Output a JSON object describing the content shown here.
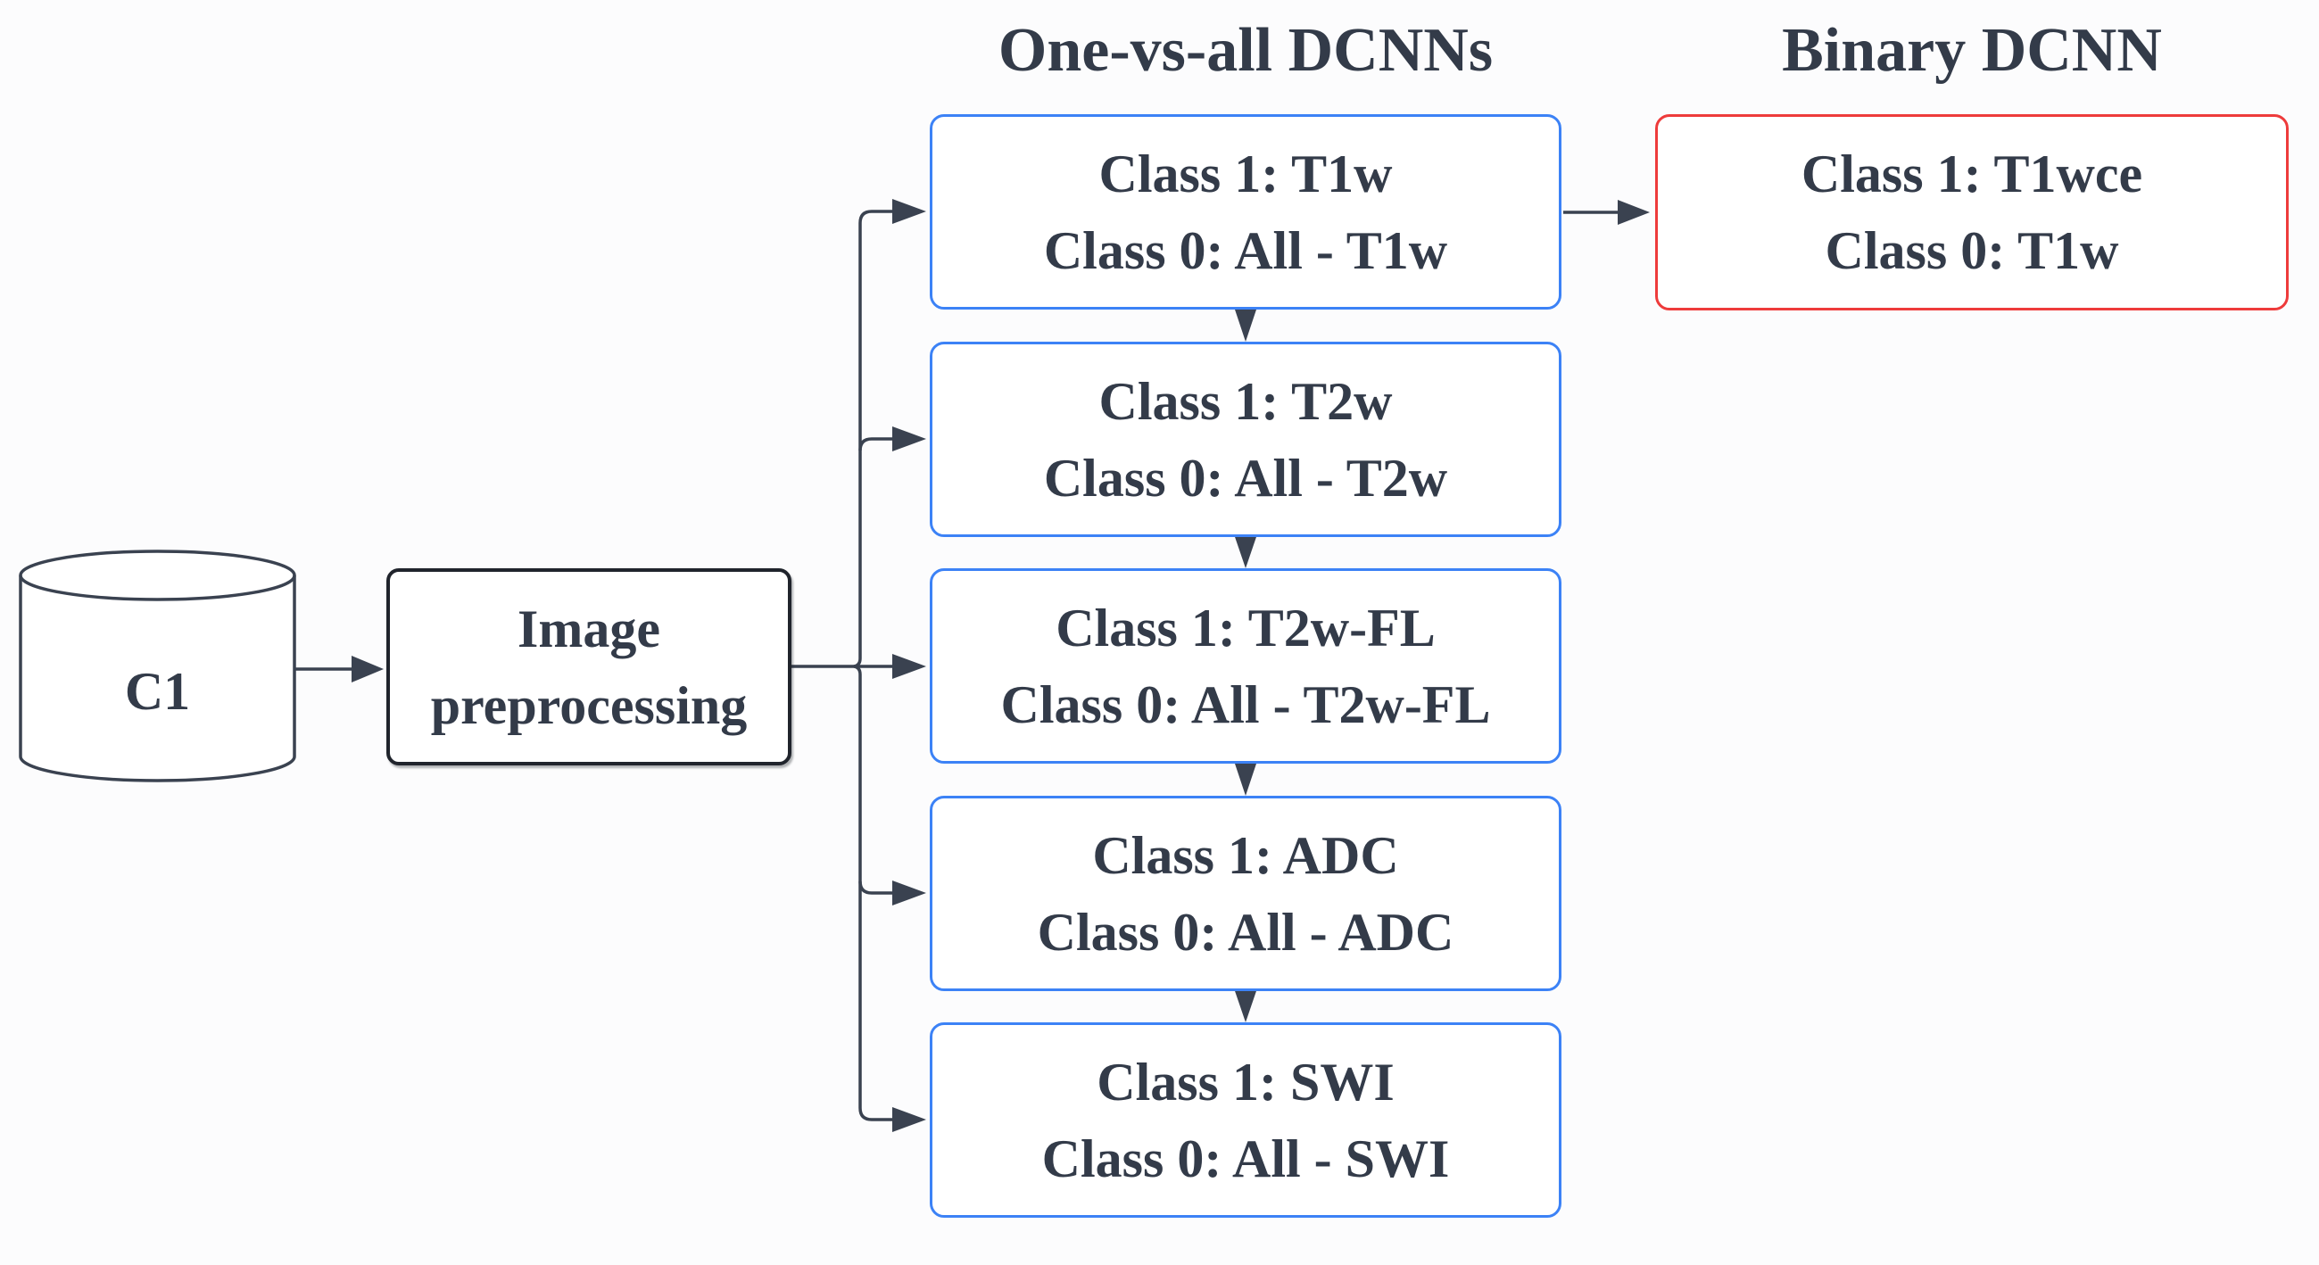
{
  "titles": {
    "one_vs_all": "One-vs-all DCNNs",
    "binary": "Binary DCNN"
  },
  "database": {
    "label": "C1"
  },
  "preprocessing": {
    "line1": "Image",
    "line2": "preprocessing"
  },
  "ova_boxes": [
    {
      "line1": "Class 1: T1w",
      "line2": "Class 0: All - T1w"
    },
    {
      "line1": "Class 1: T2w",
      "line2": "Class 0: All - T2w"
    },
    {
      "line1": "Class 1: T2w-FL",
      "line2": "Class 0: All - T2w-FL"
    },
    {
      "line1": "Class 1: ADC",
      "line2": "Class 0: All - ADC"
    },
    {
      "line1": "Class 1: SWI",
      "line2": "Class 0: All - SWI"
    }
  ],
  "binary_box": {
    "line1": "Class 1: T1wce",
    "line2": "Class 0: T1w"
  },
  "colors": {
    "background": "#fcfcfd",
    "ink": "#333b49",
    "wire": "#3a4250",
    "ova_border": "#3c82f6",
    "binary_border": "#ee3b3b",
    "node_border": "#20242c",
    "node_fill": "#ffffff"
  }
}
